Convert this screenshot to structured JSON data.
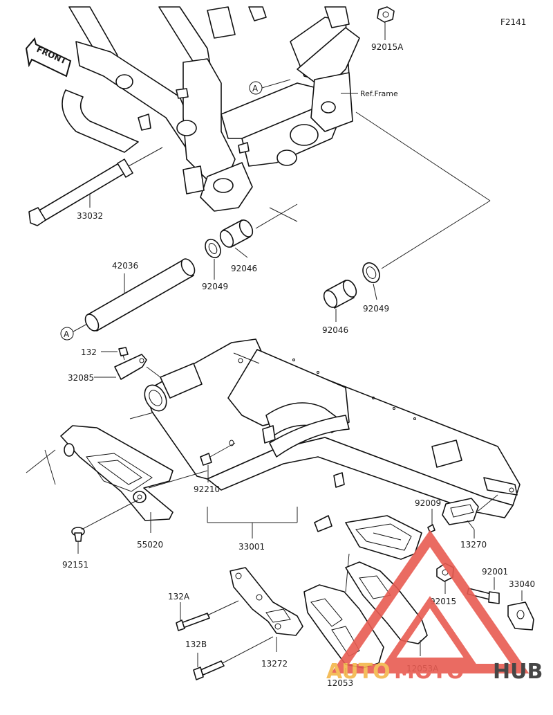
{
  "diagram_code": "F2141",
  "front_label": "FRONT",
  "ref_frame": "Ref.Frame",
  "callout_a": "A",
  "parts": {
    "p92015A": "92015A",
    "p33032": "33032",
    "p42036": "42036",
    "p92049_1": "92049",
    "p92046_1": "92046",
    "p92046_2": "92046",
    "p92049_2": "92049",
    "p132": "132",
    "p32085": "32085",
    "p92210": "92210",
    "p33001": "33001",
    "p55020": "55020",
    "p92151": "92151",
    "p92009": "92009",
    "p13270": "13270",
    "p92001": "92001",
    "p33040": "33040",
    "p92015": "92015",
    "p132A": "132A",
    "p132B": "132B",
    "p13272": "13272",
    "p12053A": "12053A",
    "p12053": "12053"
  },
  "watermark": {
    "auto": "AUTO",
    "moto": "MOTO",
    "hub": "HUB",
    "colors": {
      "auto": "#f3b64b",
      "moto": "#e85c52",
      "hub": "#333333",
      "triangle": "#e85c52"
    }
  }
}
